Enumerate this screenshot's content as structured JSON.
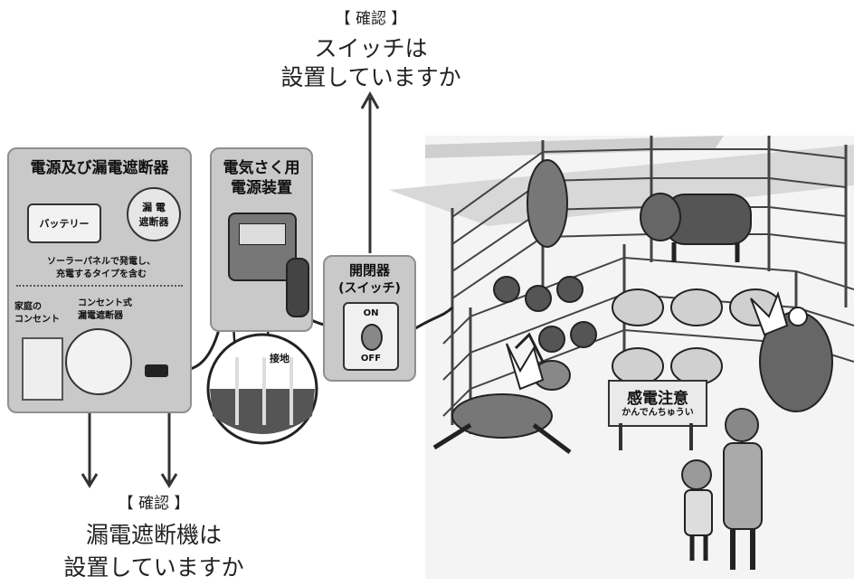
{
  "top_caption": {
    "tag": "【 確認 】",
    "line1": "スイッチは",
    "line2": "設置していますか"
  },
  "bottom_caption": {
    "tag": "【 確認 】",
    "line1": "漏電遮断機は",
    "line2": "設置していますか"
  },
  "breaker_panel": {
    "title": "電源及び漏電遮断器",
    "battery_label": "バッテリー",
    "breaker_label_1": "漏 電",
    "breaker_label_2": "遮断器",
    "solar_note_1": "ソーラーパネルで発電し、",
    "solar_note_2": "充電するタイプを含む",
    "outlet_label_1": "家庭の",
    "outlet_label_2": "コンセント",
    "outlet_breaker_label_1": "コンセント式",
    "outlet_breaker_label_2": "漏電遮断器"
  },
  "power_panel": {
    "title_1": "電気さく用",
    "title_2": "電源装置"
  },
  "ground_label": "接地",
  "switch_panel": {
    "title_1": "開閉器",
    "title_2": "(スイッチ)",
    "on_label": "ON",
    "off_label": "OFF"
  },
  "warning_sign": {
    "title": "感電注意",
    "reading": "かんでんちゅうい"
  },
  "colors": {
    "panel_bg": "#c9c9c9",
    "panel_border": "#8f8f8f",
    "ink": "#111111"
  }
}
